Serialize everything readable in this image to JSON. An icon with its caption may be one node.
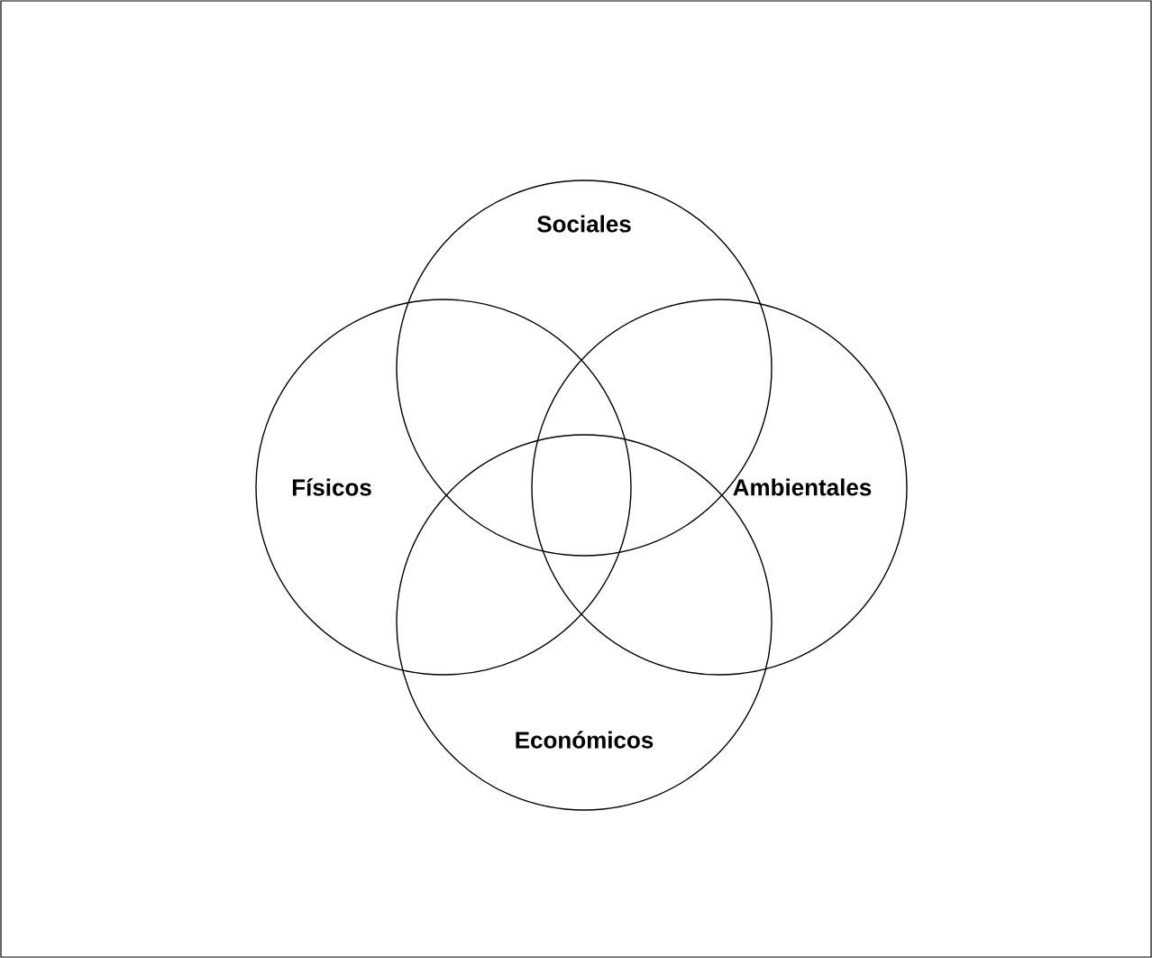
{
  "diagram": {
    "nodes": [
      {
        "text": [
          "Sociales"
        ]
      },
      {
        "text": [
          "Físicos"
        ]
      },
      {
        "text": [
          "Ambientales"
        ]
      },
      {
        "text": [
          "Económicos"
        ]
      }
    ]
  }
}
